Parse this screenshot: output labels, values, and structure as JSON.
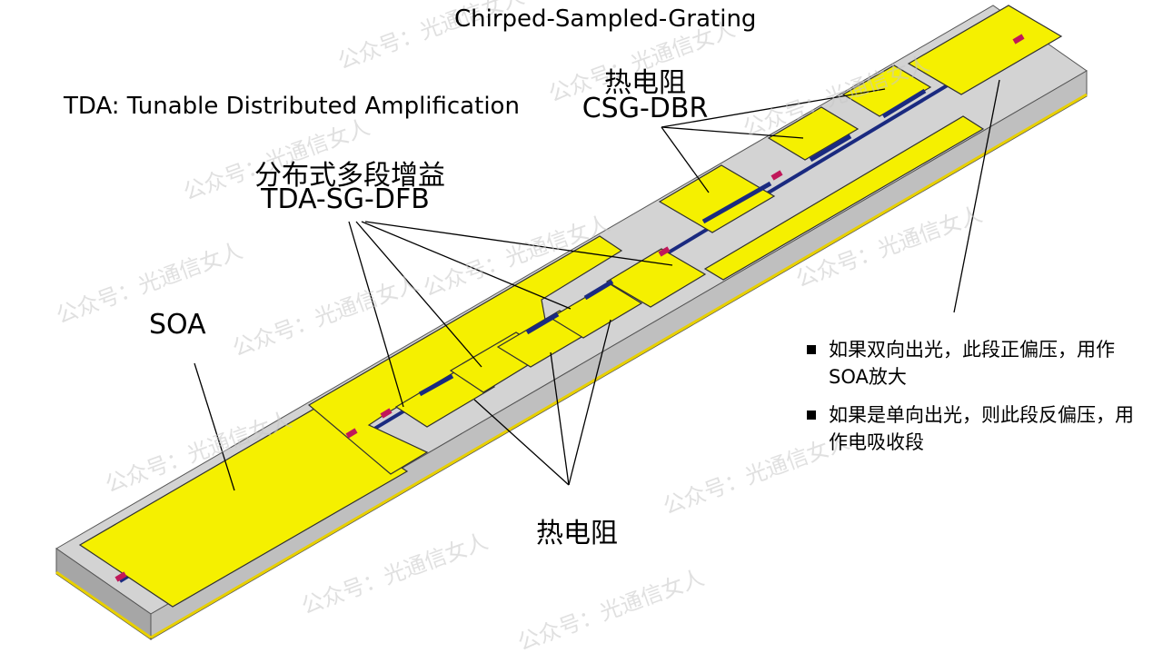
{
  "title": "Chirped-Sampled-Grating",
  "subtitle": "TDA: Tunable Distributed Amplification",
  "labels": {
    "dbr_heater": "热电阻",
    "dbr_name": "CSG-DBR",
    "dfb_cn": "分布式多段增益",
    "dfb_name": "TDA-SG-DFB",
    "soa": "SOA",
    "bottom_heater": "热电阻"
  },
  "notes": [
    "如果双向出光，此段正偏压，用作SOA放大",
    "如果是单向出光，则此段反偏压，用作电吸收段"
  ],
  "watermark": "公众号：光通信女人",
  "colors": {
    "gold": "#f5f000",
    "gold_edge": "#303030",
    "chip_top": "#d3d3d3",
    "chip_side": "#bfbfbf",
    "chip_front": "#a6a6a6",
    "waveguide": "#1a2a80",
    "isolation": "#c0185a"
  }
}
